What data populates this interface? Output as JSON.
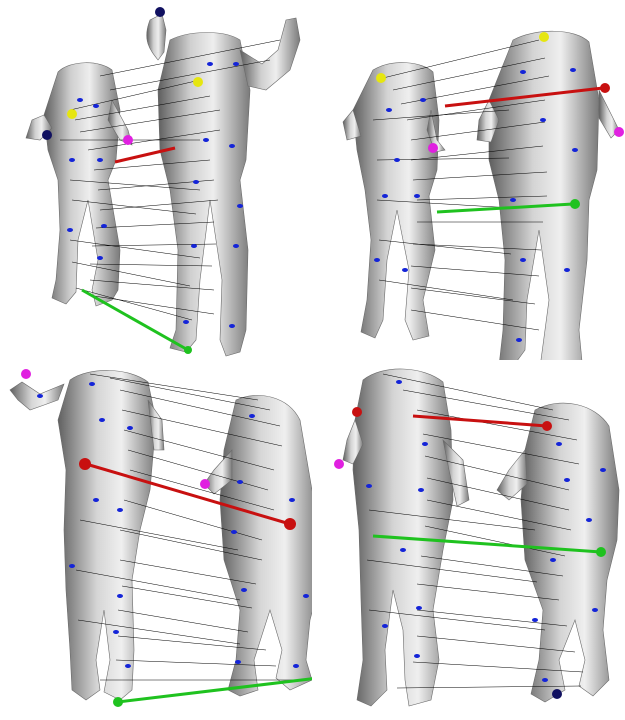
{
  "figure": {
    "panels": [
      {
        "id": "top-left",
        "description_name": "standing-pair-front",
        "highlight_colors": {
          "red": "#c81010",
          "green": "#1fc21f",
          "yellow": "#e6e610",
          "magenta": "#e020e0",
          "navy": "#101060"
        }
      },
      {
        "id": "top-right",
        "description_name": "standing-pair-angled",
        "highlight_colors": {
          "red": "#c81010",
          "green": "#1fc21f",
          "yellow": "#e6e610",
          "magenta": "#e020e0",
          "navy": "#101060"
        }
      },
      {
        "id": "bottom-left",
        "description_name": "bent-pair-side",
        "highlight_colors": {
          "red": "#c81010",
          "green": "#1fc21f",
          "magenta": "#e020e0"
        }
      },
      {
        "id": "bottom-right",
        "description_name": "bent-pair-back",
        "highlight_colors": {
          "red": "#c81010",
          "green": "#1fc21f",
          "magenta": "#e020e0",
          "navy": "#101060"
        }
      }
    ],
    "colors": {
      "body_fill": "#a9a9a9",
      "body_highlight": "#e6e6e6",
      "body_shadow": "#5a5a5a",
      "feature_dot": "#1424d8",
      "correspondence_line": "#000000",
      "background": "#ffffff"
    }
  }
}
